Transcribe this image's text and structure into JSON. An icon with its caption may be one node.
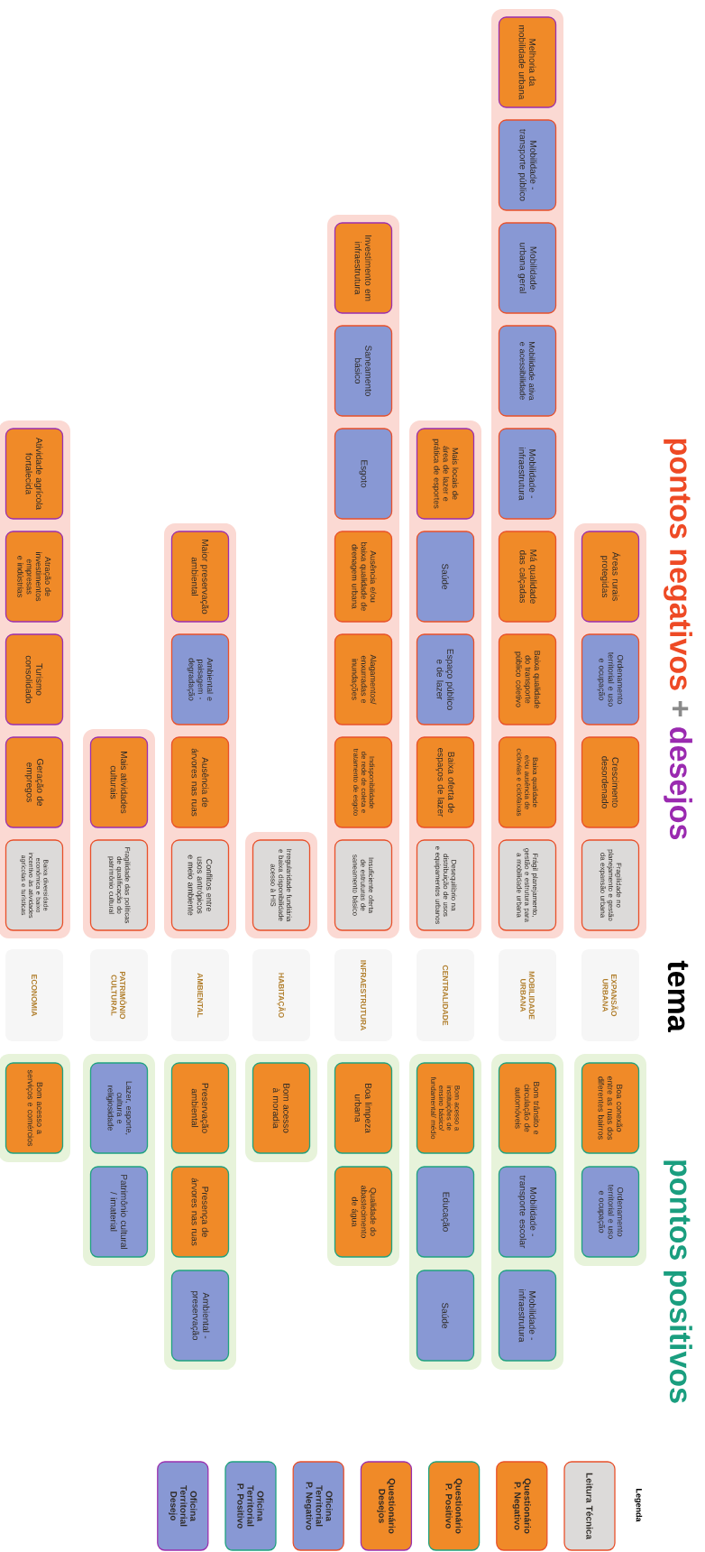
{
  "diagram": {
    "nodes": [
      {
        "text": [],
        "shape": "box"
      },
      {
        "text": [
          "Áreas rurais protegidas"
        ],
        "in": 0
      },
      {
        "text": [
          "Ordenamento territorial e uso e ocupação"
        ],
        "in": 0
      },
      {
        "text": [
          "Crescimento desordenado"
        ],
        "in": 0
      },
      {
        "text": [
          "Fragilidade no planejamento e gestão da expansão urbana"
        ],
        "in": 0
      },
      {
        "text": [
          "EXPANSÃO URBANA"
        ]
      },
      {
        "text": [],
        "shape": "box"
      },
      {
        "text": [
          "Boa conexão entre as ruas dos diferentes bairros"
        ],
        "in": 6
      },
      {
        "text": [
          "Ordenamento territorial e uso e ocupação"
        ],
        "in": 6
      },
      {
        "text": [],
        "shape": "box"
      },
      {
        "text": [
          "Melhoria da mobilidade urbana"
        ],
        "in": 9
      },
      {
        "text": [
          "Mobilidade - transporte público"
        ],
        "in": 9
      },
      {
        "text": [
          "Mobilidade urbana geral"
        ],
        "in": 9
      },
      {
        "text": [
          "Mobilidade ativa e acessibilidade"
        ],
        "in": 9
      },
      {
        "text": [
          "Mobilidade - infraestrutura"
        ],
        "in": 9
      },
      {
        "text": [
          "Má qualidade das calçadas"
        ],
        "in": 9
      },
      {
        "text": [
          "Baixa qualidade do transporte público coletivo"
        ],
        "in": 9
      },
      {
        "text": [
          "Baixa qualidade e/ou ausência de ciclovias e ciclofaixas"
        ],
        "in": 9
      },
      {
        "text": [
          "Frágil planejamento, gestão e estrutura para a mobilidade urbana"
        ],
        "in": 9
      },
      {
        "text": [
          "MOBILIDADE URBANA"
        ]
      },
      {
        "text": [],
        "shape": "box"
      },
      {
        "text": [
          "Bom trânsito e circulação de automóveis"
        ],
        "in": 20
      },
      {
        "text": [
          "Mobilidade - transporte escolar"
        ],
        "in": 20
      },
      {
        "text": [
          "Mobilidade - infraestrutura"
        ],
        "in": 20
      },
      {
        "text": [],
        "shape": "box"
      },
      {
        "text": [
          "Mais locais de área de lazer e prática de esportes"
        ],
        "in": 24
      },
      {
        "text": [
          "Saúde"
        ],
        "in": 24
      },
      {
        "text": [
          "Espaço público e de lazer"
        ],
        "in": 24
      },
      {
        "text": [
          "Baixa oferta de espaços de lazer"
        ],
        "in": 24
      },
      {
        "text": [
          "Desequilíbrio na distribuição de usos e equipamentos urbanos"
        ],
        "in": 24
      },
      {
        "text": [
          "CENTRALIDADE"
        ]
      },
      {
        "text": [],
        "shape": "box"
      },
      {
        "text": [
          "Bom acesso a instituições de ensino básico/ fundamental/ médio"
        ],
        "in": 31
      },
      {
        "text": [
          "Educação"
        ],
        "in": 31
      },
      {
        "text": [
          "Saúde"
        ],
        "in": 31
      },
      {
        "text": [],
        "shape": "box"
      },
      {
        "text": [
          "Investimento em infraestrutura"
        ],
        "in": 35
      },
      {
        "text": [
          "Saneamento básico"
        ],
        "in": 35
      },
      {
        "text": [
          "Esgoto"
        ],
        "in": 35
      },
      {
        "text": [
          "Ausência e/ou baixa qualidade de drenagem urbana"
        ],
        "in": 35
      },
      {
        "text": [
          "Alagamentos/ enxurradas e inundações"
        ],
        "in": 35
      },
      {
        "text": [
          "Indisponibilidade de rede de coleta e tratamento de esgoto"
        ],
        "in": 35
      },
      {
        "text": [
          "Insuficiente oferta de estruturas de saneamento básico"
        ],
        "in": 35
      },
      {
        "text": [
          "INFRAESTRUTURA"
        ]
      },
      {
        "text": [],
        "shape": "box"
      },
      {
        "text": [
          "Boa limpeza urbana"
        ],
        "in": 44
      },
      {
        "text": [
          "Qualidade do abastecimento de água"
        ],
        "in": 44
      },
      {
        "text": [],
        "shape": "box"
      },
      {
        "text": [
          "Irregularidade fundiária e baixa disponibilidade acesso à HIS"
        ],
        "in": 47
      },
      {
        "text": [
          "HABITAÇÃO"
        ]
      },
      {
        "text": [],
        "shape": "box"
      },
      {
        "text": [
          "Bom acesso à moradia"
        ],
        "in": 50
      },
      {
        "text": [],
        "shape": "box"
      },
      {
        "text": [
          "Maior preservação ambiental"
        ],
        "in": 52
      },
      {
        "text": [
          "Ambiental e paisagem - degradação"
        ],
        "in": 52
      },
      {
        "text": [
          "Ausência de árvores nas ruas"
        ],
        "in": 52
      },
      {
        "text": [
          "Conflitos entre usos antrópicos e meio ambiente"
        ],
        "in": 52
      },
      {
        "text": [
          "AMBIENTAL"
        ]
      },
      {
        "text": [],
        "shape": "box"
      },
      {
        "text": [
          "Preservação ambiental"
        ],
        "in": 58
      },
      {
        "text": [
          "Presença de árvores nas ruas"
        ],
        "in": 58
      },
      {
        "text": [
          "Ambiental - preservação"
        ],
        "in": 58
      },
      {
        "text": [],
        "shape": "box"
      },
      {
        "text": [
          "Mais atividades culturais"
        ],
        "in": 62
      },
      {
        "text": [
          "Fragilidade das políticas de qualificação do patrimônio cultural"
        ],
        "in": 62
      },
      {
        "text": [
          "PATRIMÔNIO CULTURAL"
        ]
      },
      {
        "text": [],
        "shape": "box"
      },
      {
        "text": [
          "Lazer, esporte, cultura e religiosidade"
        ],
        "in": 66
      },
      {
        "text": [
          "Patrimônio cultural / imaterial"
        ],
        "in": 66
      },
      {
        "text": [],
        "shape": "box"
      },
      {
        "text": [
          "Atividade agrícola fortalecida"
        ],
        "in": 69
      },
      {
        "text": [
          "Atração de investimentos empresas e indústrias"
        ],
        "in": 69
      },
      {
        "text": [
          "Turismo consolidado"
        ],
        "in": 69
      },
      {
        "text": [
          "Geração de empregos"
        ],
        "in": 69
      },
      {
        "text": [
          "Baixa diversidade econômica e baixo incentivo às atividades agrícolas e turísticas"
        ],
        "in": 69
      },
      {
        "text": [
          "ECONOMIA"
        ]
      },
      {
        "text": [],
        "shape": "box"
      },
      {
        "text": [
          "Bom acesso a serviços e comércios"
        ],
        "in": 76
      }
    ],
    "labels": [
      "pontos negativos",
      "+",
      "desejos",
      "tema",
      "pontos positivos",
      "Legenda"
    ],
    "legend": [
      {
        "text": "Leitura Técnica"
      },
      {
        "text": "Questionário P. Negativo"
      },
      {
        "text": "Questionário P. Positivo"
      },
      {
        "text": "Questionário Desejos"
      },
      {
        "text": "Oficina Territorial P. Negativo"
      },
      {
        "text": "Oficina Territorial P. Positivo"
      },
      {
        "text": "Oficina Territorial Desejo"
      }
    ]
  }
}
